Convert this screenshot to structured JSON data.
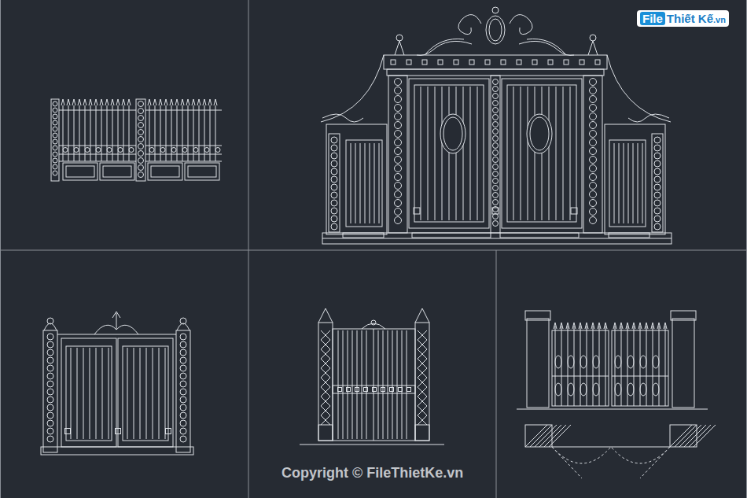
{
  "diagram": {
    "labels": [
      "File",
      "Thiết Kế",
      ".vn",
      "Copyright © FileThietKe.vn"
    ]
  }
}
